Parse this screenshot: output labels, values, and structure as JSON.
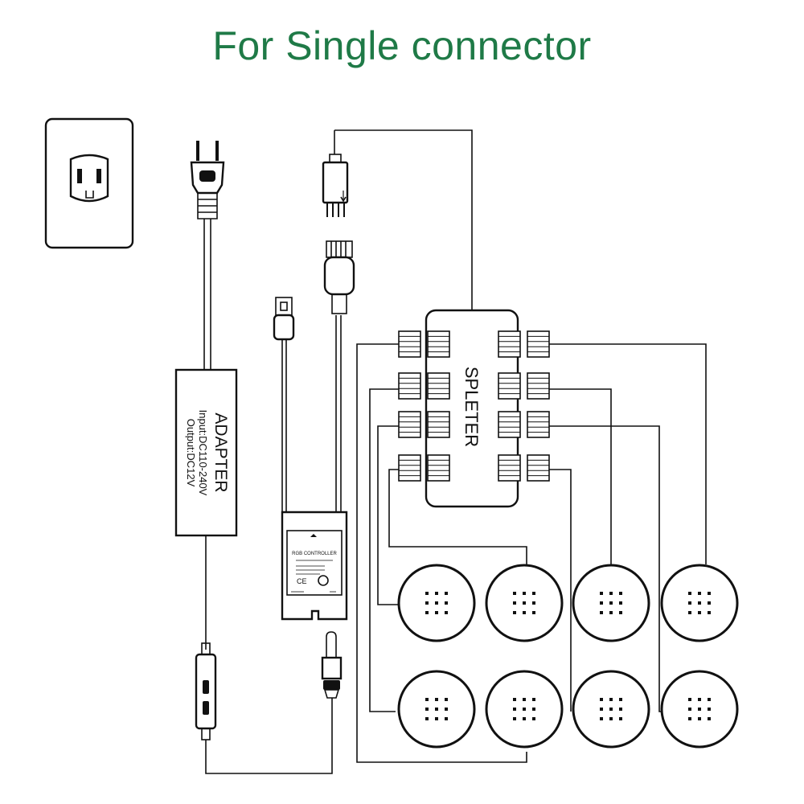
{
  "title": "For Single connector",
  "adapter": {
    "name": "ADAPTER",
    "input": "Input:DC110-240V",
    "output": "Output:DC12V"
  },
  "controller": {
    "name": "RGB CONTROLLER"
  },
  "splitter": {
    "name": "SPLETER"
  },
  "colors": {
    "title": "#1f7a47",
    "line": "#111111",
    "background": "#ffffff"
  },
  "icons": [
    "wall-outlet-icon",
    "ac-plug-icon",
    "dc-barrel-plug-icon",
    "switch-icon"
  ]
}
